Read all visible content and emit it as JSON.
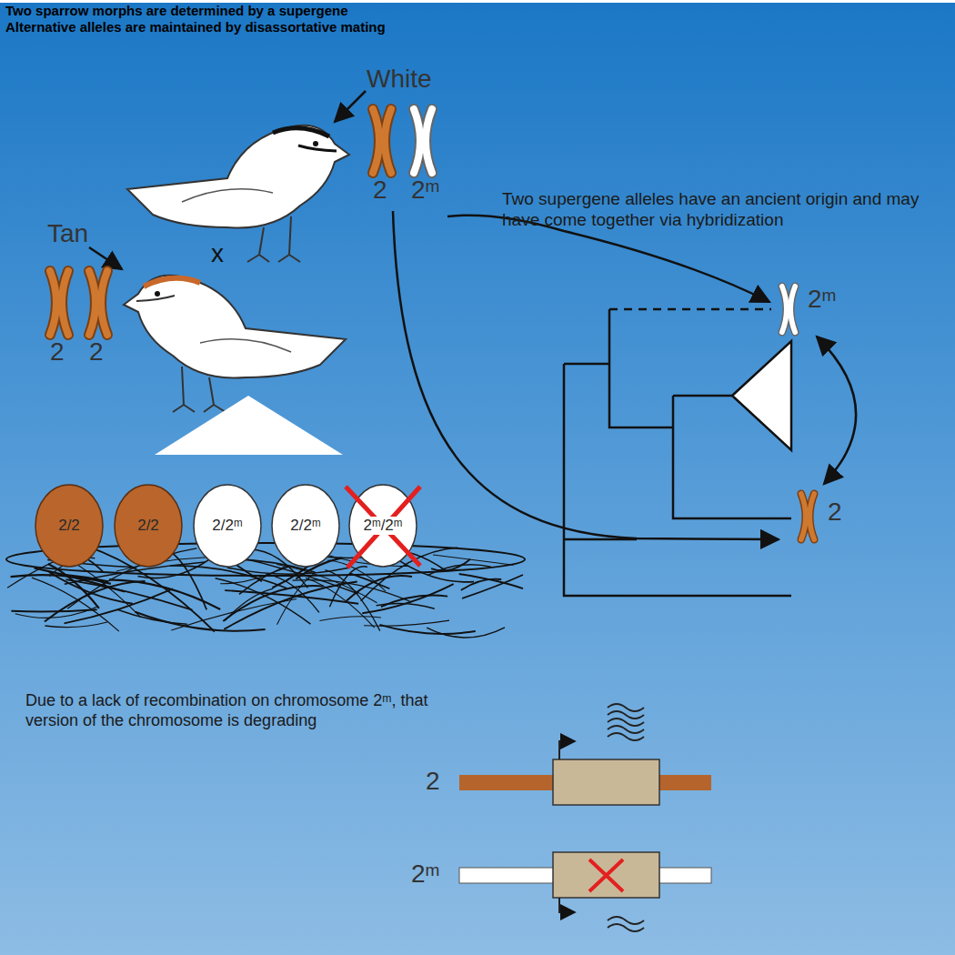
{
  "diagram": {
    "title": "Two sparrow morphs are determined by a supergene",
    "nodes": [
      {
        "text": [
          "2/2"
        ]
      },
      {
        "text": [
          "2/2"
        ]
      },
      {
        "text": [
          "2/2ᵐ"
        ]
      },
      {
        "text": [
          "2/2ᵐ"
        ]
      },
      {
        "text": [
          "2ᵐ/2ᵐ"
        ]
      }
    ],
    "labels": [
      "Alternative alleles are maintained by disassortative mating",
      "White",
      "2",
      "2ᵐ",
      "Tan",
      "2",
      "2",
      "x",
      "Two supergene alleles have an ancient origin and may have come together via hybridization",
      "2ᵐ",
      "2",
      "Due to a lack of recombination on chromosome 2ᵐ, that version of the chromosome is degrading",
      "2",
      "2ᵐ"
    ]
  }
}
